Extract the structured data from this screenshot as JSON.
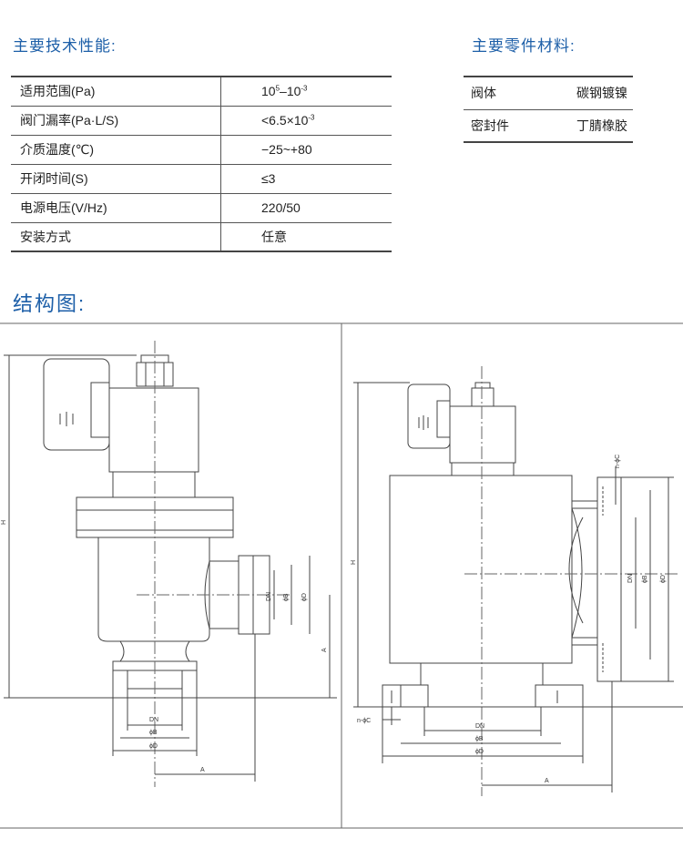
{
  "spec": {
    "title": "主要技术性能:",
    "rows": [
      {
        "label": "适用范围(Pa)",
        "value_pre": "10",
        "exp1": "5",
        "value_mid": "–10",
        "exp2": "-3",
        "value_post": ""
      },
      {
        "label": "阀门漏率(Pa·L/S)",
        "value_pre": "<6.5×10",
        "exp1": "-3",
        "value_mid": "",
        "exp2": "",
        "value_post": ""
      },
      {
        "label": "介质温度(℃)",
        "value_pre": "−25~+80",
        "exp1": "",
        "value_mid": "",
        "exp2": "",
        "value_post": ""
      },
      {
        "label": "开闭时间(S)",
        "value_pre": "≤3",
        "exp1": "",
        "value_mid": "",
        "exp2": "",
        "value_post": ""
      },
      {
        "label": "电源电压(V/Hz)",
        "value_pre": "220/50",
        "exp1": "",
        "value_mid": "",
        "exp2": "",
        "value_post": ""
      },
      {
        "label": "安装方式",
        "value_pre": "任意",
        "exp1": "",
        "value_mid": "",
        "exp2": "",
        "value_post": ""
      }
    ]
  },
  "materials": {
    "title": "主要零件材料:",
    "rows": [
      {
        "part": "阀体",
        "material": "碳钢镀镍"
      },
      {
        "part": "密封件",
        "material": "丁腈橡胶"
      }
    ]
  },
  "structure": {
    "title": "结构图:",
    "labels": {
      "H": "H",
      "A": "A",
      "DN": "DN",
      "phiB": "ϕB",
      "phiD": "ϕD",
      "nphiC": "n-ϕC"
    }
  },
  "colors": {
    "accent": "#1d5fa8",
    "line": "#444444",
    "centerline": "#555555"
  }
}
